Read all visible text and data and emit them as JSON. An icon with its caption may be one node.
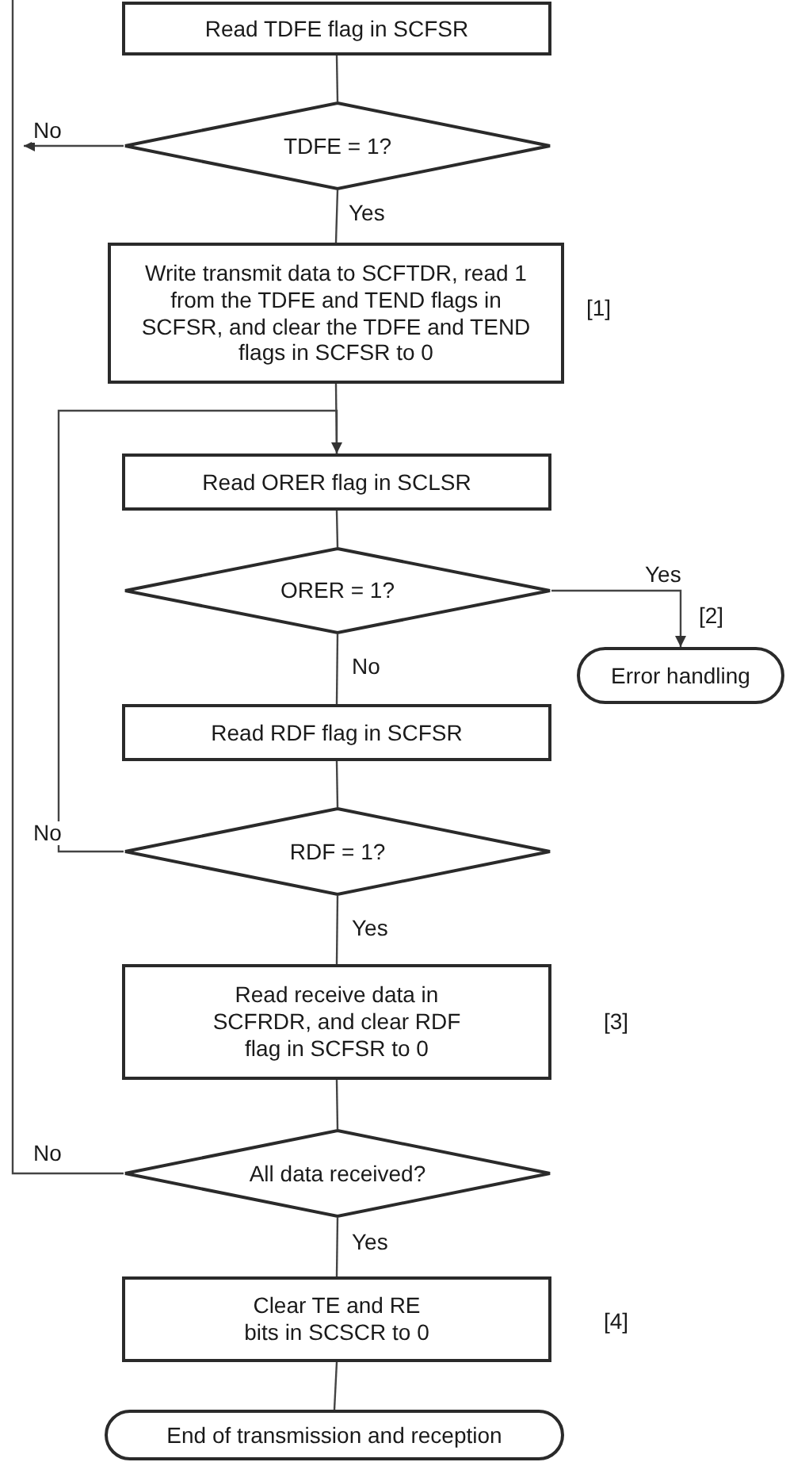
{
  "diagram": {
    "nodes": [
      {
        "text": [
          "Read TDFE flag in SCFSR"
        ]
      },
      {
        "text": [
          "TDFE = 1?"
        ]
      },
      {
        "text": [
          "Write transmit data to SCFTDR, read 1 from the TDFE and TEND flags in SCFSR, and clear the TDFE and TEND flags in SCFSR to 0"
        ],
        "beside": [
          "[1]"
        ]
      },
      {
        "text": [
          "Read ORER flag in SCLSR"
        ]
      },
      {
        "text": [
          "ORER = 1?"
        ]
      },
      {
        "text": [
          "Error handling"
        ]
      },
      {
        "text": [
          "Read RDF flag in SCFSR"
        ]
      },
      {
        "text": [
          "RDF = 1?"
        ]
      },
      {
        "text": [
          "Read receive data in SCFRDR, and clear RDF flag in SCFSR to 0"
        ],
        "beside": [
          "[3]"
        ]
      },
      {
        "text": [
          "All data received?"
        ]
      },
      {
        "text": [
          "Clear TE and RE bits in SCSCR to 0"
        ],
        "beside": [
          "[4]"
        ]
      },
      {
        "text": [
          "End of transmission and reception"
        ]
      }
    ],
    "edges": [
      {
        "from": 0,
        "to": 1,
        "arrow": "none"
      },
      {
        "from": 1,
        "to": null,
        "arrow": "to",
        "label": "No"
      },
      {
        "from": 1,
        "to": 2,
        "arrow": "none",
        "label": "Yes"
      },
      {
        "from": 2,
        "to": 3,
        "arrow": "none"
      },
      {
        "from": 3,
        "to": 4,
        "arrow": "none"
      },
      {
        "from": 4,
        "to": 5,
        "arrow": "to",
        "label": "Yes"
      },
      {
        "from": 4,
        "to": 6,
        "arrow": "none",
        "label": "No"
      },
      {
        "from": 6,
        "to": 7,
        "arrow": "none"
      },
      {
        "from": 7,
        "to": 3,
        "arrow": "to",
        "label": "No"
      },
      {
        "from": 7,
        "to": 8,
        "arrow": "none",
        "label": "Yes"
      },
      {
        "from": 8,
        "to": 9,
        "arrow": "none"
      },
      {
        "from": 9,
        "to": null,
        "arrow": "none",
        "label": "No"
      },
      {
        "from": 9,
        "to": 10,
        "arrow": "none",
        "label": "Yes"
      },
      {
        "from": 10,
        "to": 11,
        "arrow": "none"
      }
    ],
    "labels": [
      "[2]"
    ]
  }
}
